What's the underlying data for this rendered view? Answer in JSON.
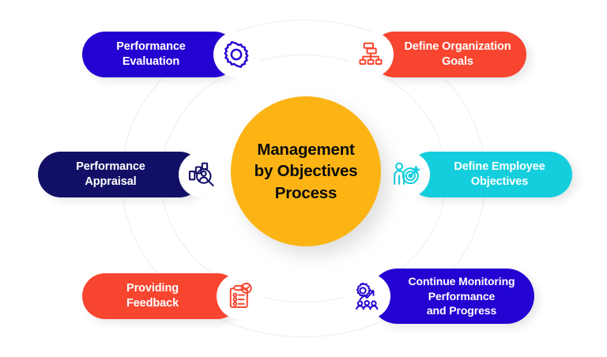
{
  "diagram": {
    "title": "Management by Objectives Process",
    "center": {
      "label": "Management\nby Objectives\nProcess",
      "line1": "Management",
      "line2": "by Objectives",
      "line3": "Process",
      "color": "#FBB414",
      "text_color": "#0B0B0B"
    },
    "background": {
      "page_color": "#FFFFFF",
      "ring_color": "#ECEDED"
    },
    "steps": [
      {
        "id": "performance-evaluation",
        "label": "Performance\nEvaluation",
        "line1": "Performance",
        "line2": "Evaluation",
        "color": "#2303D2",
        "text_color": "#FFFFFF",
        "icon": "gear-icon",
        "icon_position": "right",
        "position": "top-left"
      },
      {
        "id": "define-organization-goals",
        "label": "Define Organization\nGoals",
        "line1": "Define Organization",
        "line2": "Goals",
        "color": "#F7452F",
        "text_color": "#FFFFFF",
        "icon": "org-chart-icon",
        "icon_position": "left",
        "position": "top-right"
      },
      {
        "id": "performance-appraisal",
        "label": "Performance\nAppraisal",
        "line1": "Performance",
        "line2": "Appraisal",
        "color": "#121066",
        "text_color": "#FFFFFF",
        "icon": "chart-magnifier-person-icon",
        "icon_position": "right",
        "position": "left-middle"
      },
      {
        "id": "define-employee-objectives",
        "label": "Define Employee\nObjectives",
        "line1": "Define Employee",
        "line2": "Objectives",
        "color": "#14CEDE",
        "text_color": "#FFFFFF",
        "icon": "person-target-icon",
        "icon_position": "left",
        "position": "right-middle"
      },
      {
        "id": "providing-feedback",
        "label": "Providing\nFeedback",
        "line1": "Providing",
        "line2": "Feedback",
        "color": "#F7452F",
        "text_color": "#FFFFFF",
        "icon": "clipboard-check-icon",
        "icon_position": "right",
        "position": "bottom-left"
      },
      {
        "id": "continue-monitoring",
        "label": "Continue Monitoring\nPerformance\nand Progress",
        "line1": "Continue Monitoring",
        "line2": "Performance",
        "line3": "and Progress",
        "color": "#2303D2",
        "text_color": "#FFFFFF",
        "icon": "gear-growth-people-icon",
        "icon_position": "left",
        "position": "bottom-right"
      }
    ]
  }
}
